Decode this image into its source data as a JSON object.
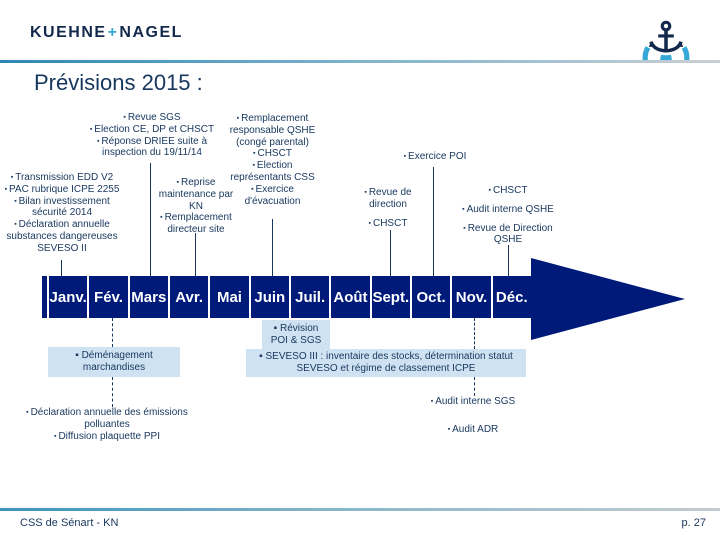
{
  "theme": {
    "colors": {
      "navy": "#001a7a",
      "text": "#17375E",
      "accent": "#35A8D8",
      "box": "#cfe2f2",
      "wordmark": "#13294B"
    },
    "bullet": "▪"
  },
  "header": {
    "wordmark": {
      "left": "KUEHNE",
      "plus": "+",
      "right": "NAGEL"
    },
    "logo_icon": "anchor"
  },
  "title": "Prévisions 2015 :",
  "timeline": {
    "months": [
      "Janv.",
      "Fév.",
      "Mars",
      "Avr.",
      "Mai",
      "Juin",
      "Juil.",
      "Août",
      "Sept.",
      "Oct.",
      "Nov.",
      "Déc."
    ]
  },
  "annotations_above": {
    "revue_sgs": {
      "items": [
        "Revue SGS",
        "Election CE, DP et CHSCT",
        "Réponse DRIEE suite à inspection du 19/11/14"
      ]
    },
    "transmission_edd": {
      "items": [
        "Transmission EDD V2",
        "PAC rubrique ICPE 2255",
        "Bilan investissement sécurité 2014",
        "Déclaration annuelle substances dangereuses SEVESO II"
      ]
    },
    "reprise_maintenance": {
      "items": [
        "Reprise maintenance par KN",
        "Remplacement directeur site"
      ]
    },
    "remplacement_qshe": {
      "items": [
        "Remplacement responsable QSHE (congé parental)",
        "CHSCT",
        "Election représentants CSS",
        "Exercice d'évacuation"
      ]
    },
    "exercice_poi": {
      "items": [
        "Exercice POI"
      ]
    },
    "revue_direction": {
      "items": [
        "Revue de direction",
        "CHSCT"
      ]
    },
    "chsct_qshe": {
      "items": [
        "CHSCT",
        "Audit interne QSHE",
        "Revue de Direction QSHE"
      ]
    }
  },
  "annotations_below": {
    "demenagement": {
      "items": [
        "Déménagement marchandises"
      ]
    },
    "revision_poi": {
      "items": [
        "Révision POI & SGS"
      ]
    },
    "seveso": {
      "items": [
        "SEVESO III : inventaire des stocks, détermination statut SEVESO et régime de classement ICPE"
      ]
    },
    "declaration_emissions": {
      "items": [
        "Déclaration annuelle des émissions polluantes",
        "Diffusion plaquette PPI"
      ]
    },
    "audit_sgs": {
      "items": [
        "Audit interne SGS"
      ]
    },
    "audit_adr": {
      "items": [
        "Audit ADR"
      ]
    }
  },
  "footer": {
    "left": "CSS de Sénart - KN",
    "right": "p. 27"
  }
}
